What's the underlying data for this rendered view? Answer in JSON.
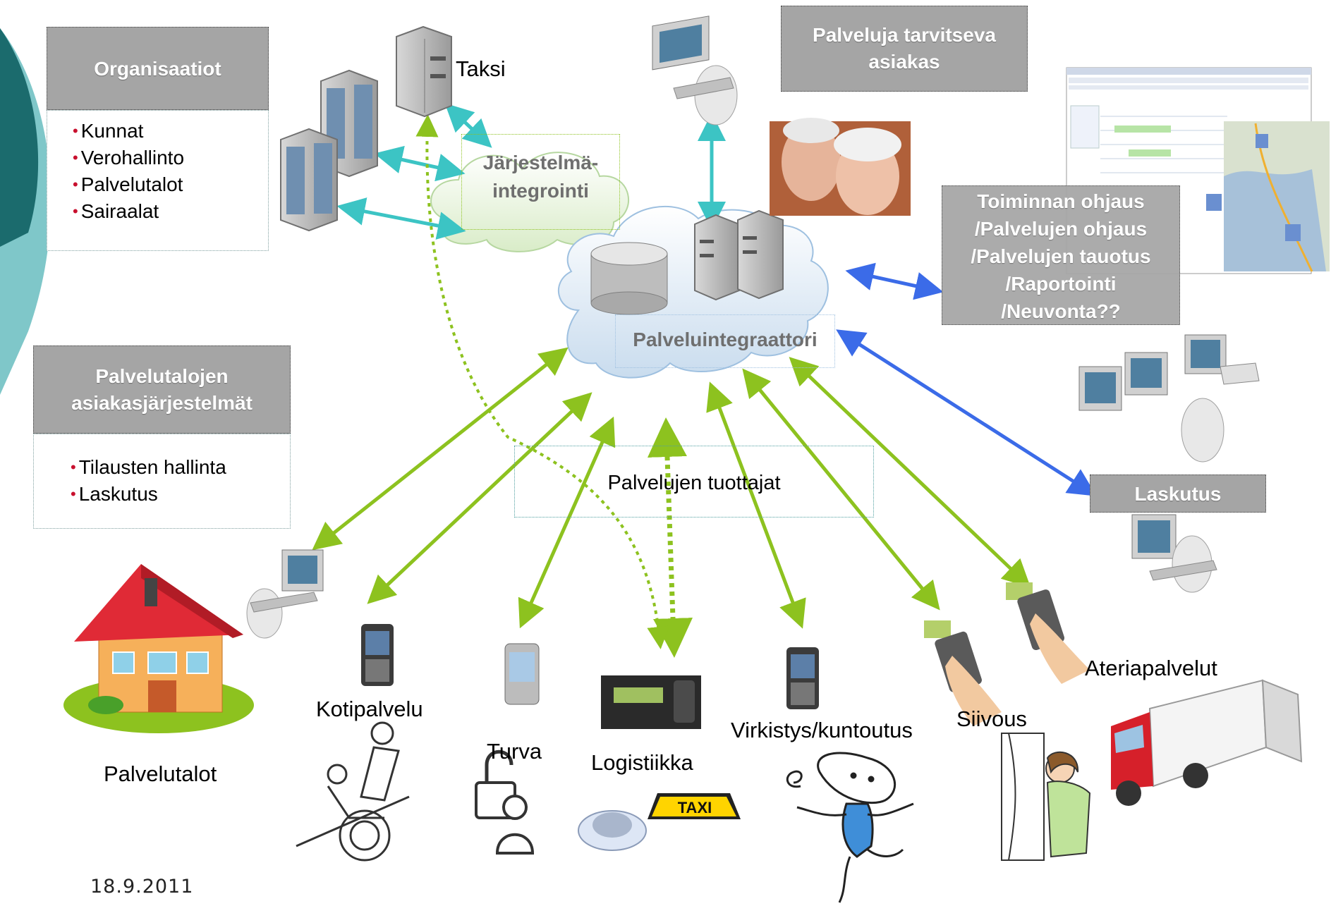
{
  "boxes": {
    "organisaatiot": {
      "title": "Organisaatiot",
      "items": [
        "Kunnat",
        "Verohallinto",
        "Palvelutalot",
        "Sairaalat"
      ]
    },
    "asiakasjarjestelmat": {
      "title_line1": "Palvelutalojen",
      "title_line2": "asiakasjärjestelmät",
      "items": [
        "Tilausten hallinta",
        "Laskutus"
      ]
    },
    "asiakas": {
      "line1": "Palveluja tarvitseva",
      "line2": "asiakas"
    },
    "toiminnan": {
      "lines": [
        "Toiminnan ohjaus",
        "/Palvelujen ohjaus",
        "/Palvelujen tauotus",
        "/Raportointi",
        "/Neuvonta??"
      ]
    },
    "laskutus": {
      "title": "Laskutus"
    }
  },
  "nodes": {
    "taksi": "Taksi",
    "integrointi_line1": "Järjestelmä-",
    "integrointi_line2": "integrointi",
    "palveluintegraattori": "Palveluintegraattori",
    "tuottajat": "Palvelujen tuottajat",
    "palvelutalot": "Palvelutalot",
    "kotipalvelu": "Kotipalvelu",
    "turva": "Turva",
    "logistiikka": "Logistiikka",
    "virkistys": "Virkistys/kuntoutus",
    "siivous": "Siivous",
    "ateriapalvelut": "Ateriapalvelut"
  },
  "taxi_sign": "TAXI",
  "date": "18.9.2011",
  "colors": {
    "green_arrow": "#8dc21f",
    "teal_arrow": "#3cc4c4",
    "blue_arrow": "#3b6be8",
    "gray_box": "#a5a5a5",
    "bullet": "#c8102e"
  },
  "icons": [
    "server-icon",
    "building-icon",
    "computer-user-icon",
    "cloud-icon",
    "database-icon",
    "house-icon",
    "mobile-phone-icon",
    "pda-icon",
    "gps-device-icon",
    "taxi-icon",
    "truck-icon",
    "lock-user-icon",
    "wheelchair-icon",
    "cleaner-icon",
    "dancer-icon",
    "calendar-map-screenshot",
    "elderly-couple-photo"
  ]
}
